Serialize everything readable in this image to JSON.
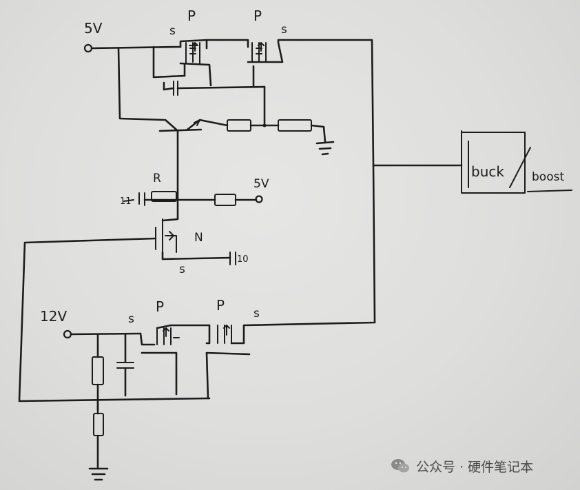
{
  "labels": {
    "v5_top": "5V",
    "v5_mid": "5V",
    "v12": "12V",
    "p": "P",
    "s": "s",
    "n": "N",
    "r": "R",
    "buck": "buck",
    "boost": "boost"
  },
  "watermark": {
    "text": "公众号 · 硬件笔记本",
    "icon": "wechat-icon"
  },
  "colors": {
    "ink": "#1c1c1c",
    "paper": "#dededd"
  }
}
